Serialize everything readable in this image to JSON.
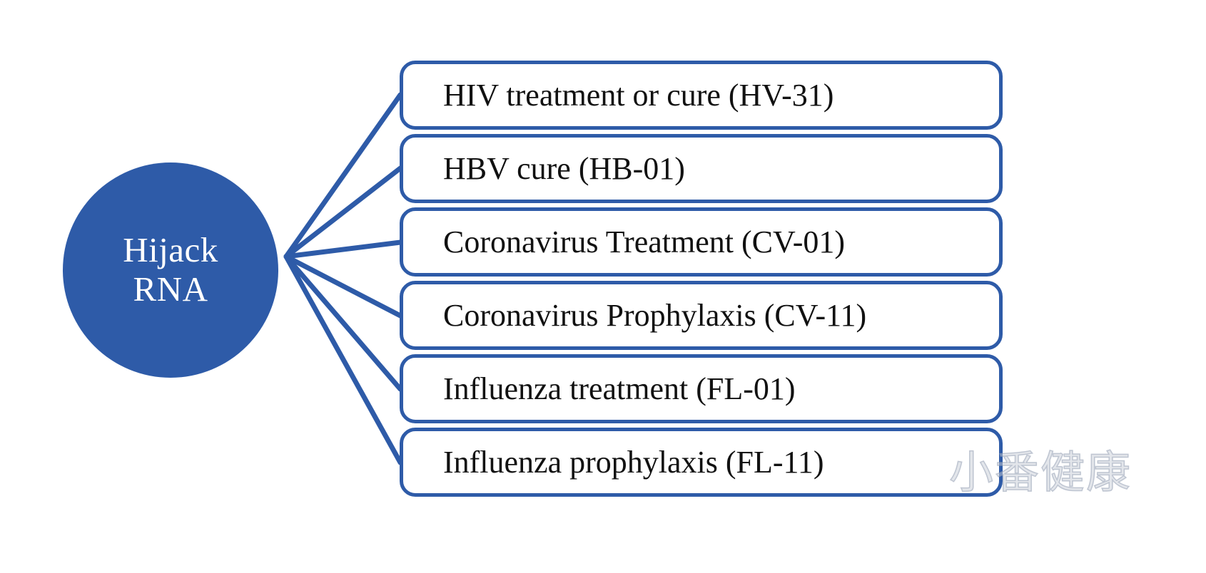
{
  "diagram": {
    "type": "radial-hub-and-spoke",
    "background_color": "#FFFFFF",
    "accent_color": "#2E5BA8",
    "text_color": "#111111",
    "hub": {
      "shape": "circle",
      "fill": "#2E5BA8",
      "text_color": "#FFFFFF",
      "line1": "Hijack",
      "line2": "RNA"
    },
    "branches": [
      {
        "label": "HIV treatment or cure (HV-31)"
      },
      {
        "label": "HBV cure (HB-01)"
      },
      {
        "label": "Coronavirus Treatment (CV-01)"
      },
      {
        "label": "Coronavirus Prophylaxis (CV-11)"
      },
      {
        "label": "Influenza treatment (FL-01)"
      },
      {
        "label": "Influenza prophylaxis (FL-11)"
      }
    ]
  },
  "watermark": {
    "text": "小番健康"
  }
}
